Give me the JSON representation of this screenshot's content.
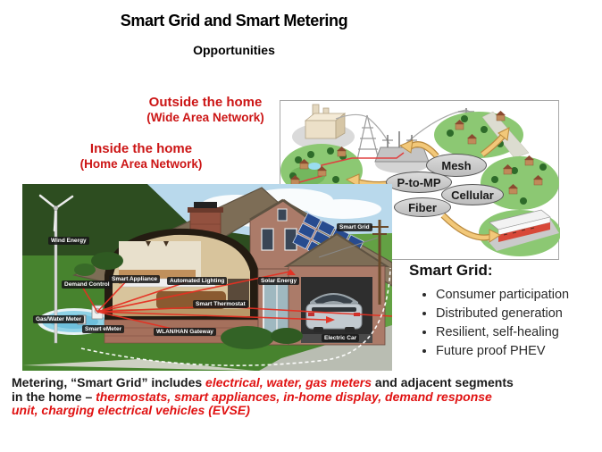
{
  "slide": {
    "title": "Smart Grid and Smart Metering",
    "subtitle": "Opportunities"
  },
  "annotations": {
    "outside_home": {
      "line1": "Outside the home",
      "line2": "(Wide Area Network)"
    },
    "inside_home": {
      "line1": "Inside the home",
      "line2": "(Home Area Network)"
    }
  },
  "colors": {
    "annotation_red": "#cc1515",
    "footer_red": "#e01212",
    "ellipse_gray": "#c8c8c8"
  },
  "wan_diagram": {
    "technologies": [
      "Mesh",
      "P-to-MP",
      "Cellular",
      "Fiber"
    ]
  },
  "house": {
    "labels": [
      {
        "id": "wind-energy",
        "label": "Wind Energy"
      },
      {
        "id": "demand-control",
        "label": "Demand Control"
      },
      {
        "id": "gas-water-meter",
        "label": "Gas/Water Meter"
      },
      {
        "id": "smart-emeter",
        "label": "Smart eMeter"
      },
      {
        "id": "smart-appliance",
        "label": "Smart Appliance"
      },
      {
        "id": "automated-lighting",
        "label": "Automated Lighting"
      },
      {
        "id": "smart-thermostat",
        "label": "Smart Thermostat"
      },
      {
        "id": "wlan-han-gateway",
        "label": "WLAN/HAN Gateway"
      },
      {
        "id": "solar-energy",
        "label": "Solar Energy"
      },
      {
        "id": "smart-grid",
        "label": "Smart Grid"
      },
      {
        "id": "electric-car",
        "label": "Electric Car"
      }
    ]
  },
  "smart_grid_panel": {
    "heading": "Smart Grid:",
    "bullets": [
      "Consumer participation",
      "Distributed generation",
      "Resilient, self-healing",
      "Future proof PHEV"
    ]
  },
  "footer": {
    "lines": [
      {
        "segments": [
          {
            "text": "Metering, “Smart Grid” includes ",
            "style": "plain"
          },
          {
            "text": "electrical, water, gas meters",
            "style": "highlight"
          },
          {
            "text": " and adjacent segments",
            "style": "plain"
          }
        ]
      },
      {
        "segments": [
          {
            "text": "in the home – ",
            "style": "plain"
          },
          {
            "text": "thermostats, smart appliances, in-home display, demand response",
            "style": "highlight"
          }
        ]
      },
      {
        "segments": [
          {
            "text": "unit, charging electrical vehicles (EVSE)",
            "style": "highlight"
          }
        ]
      }
    ]
  }
}
